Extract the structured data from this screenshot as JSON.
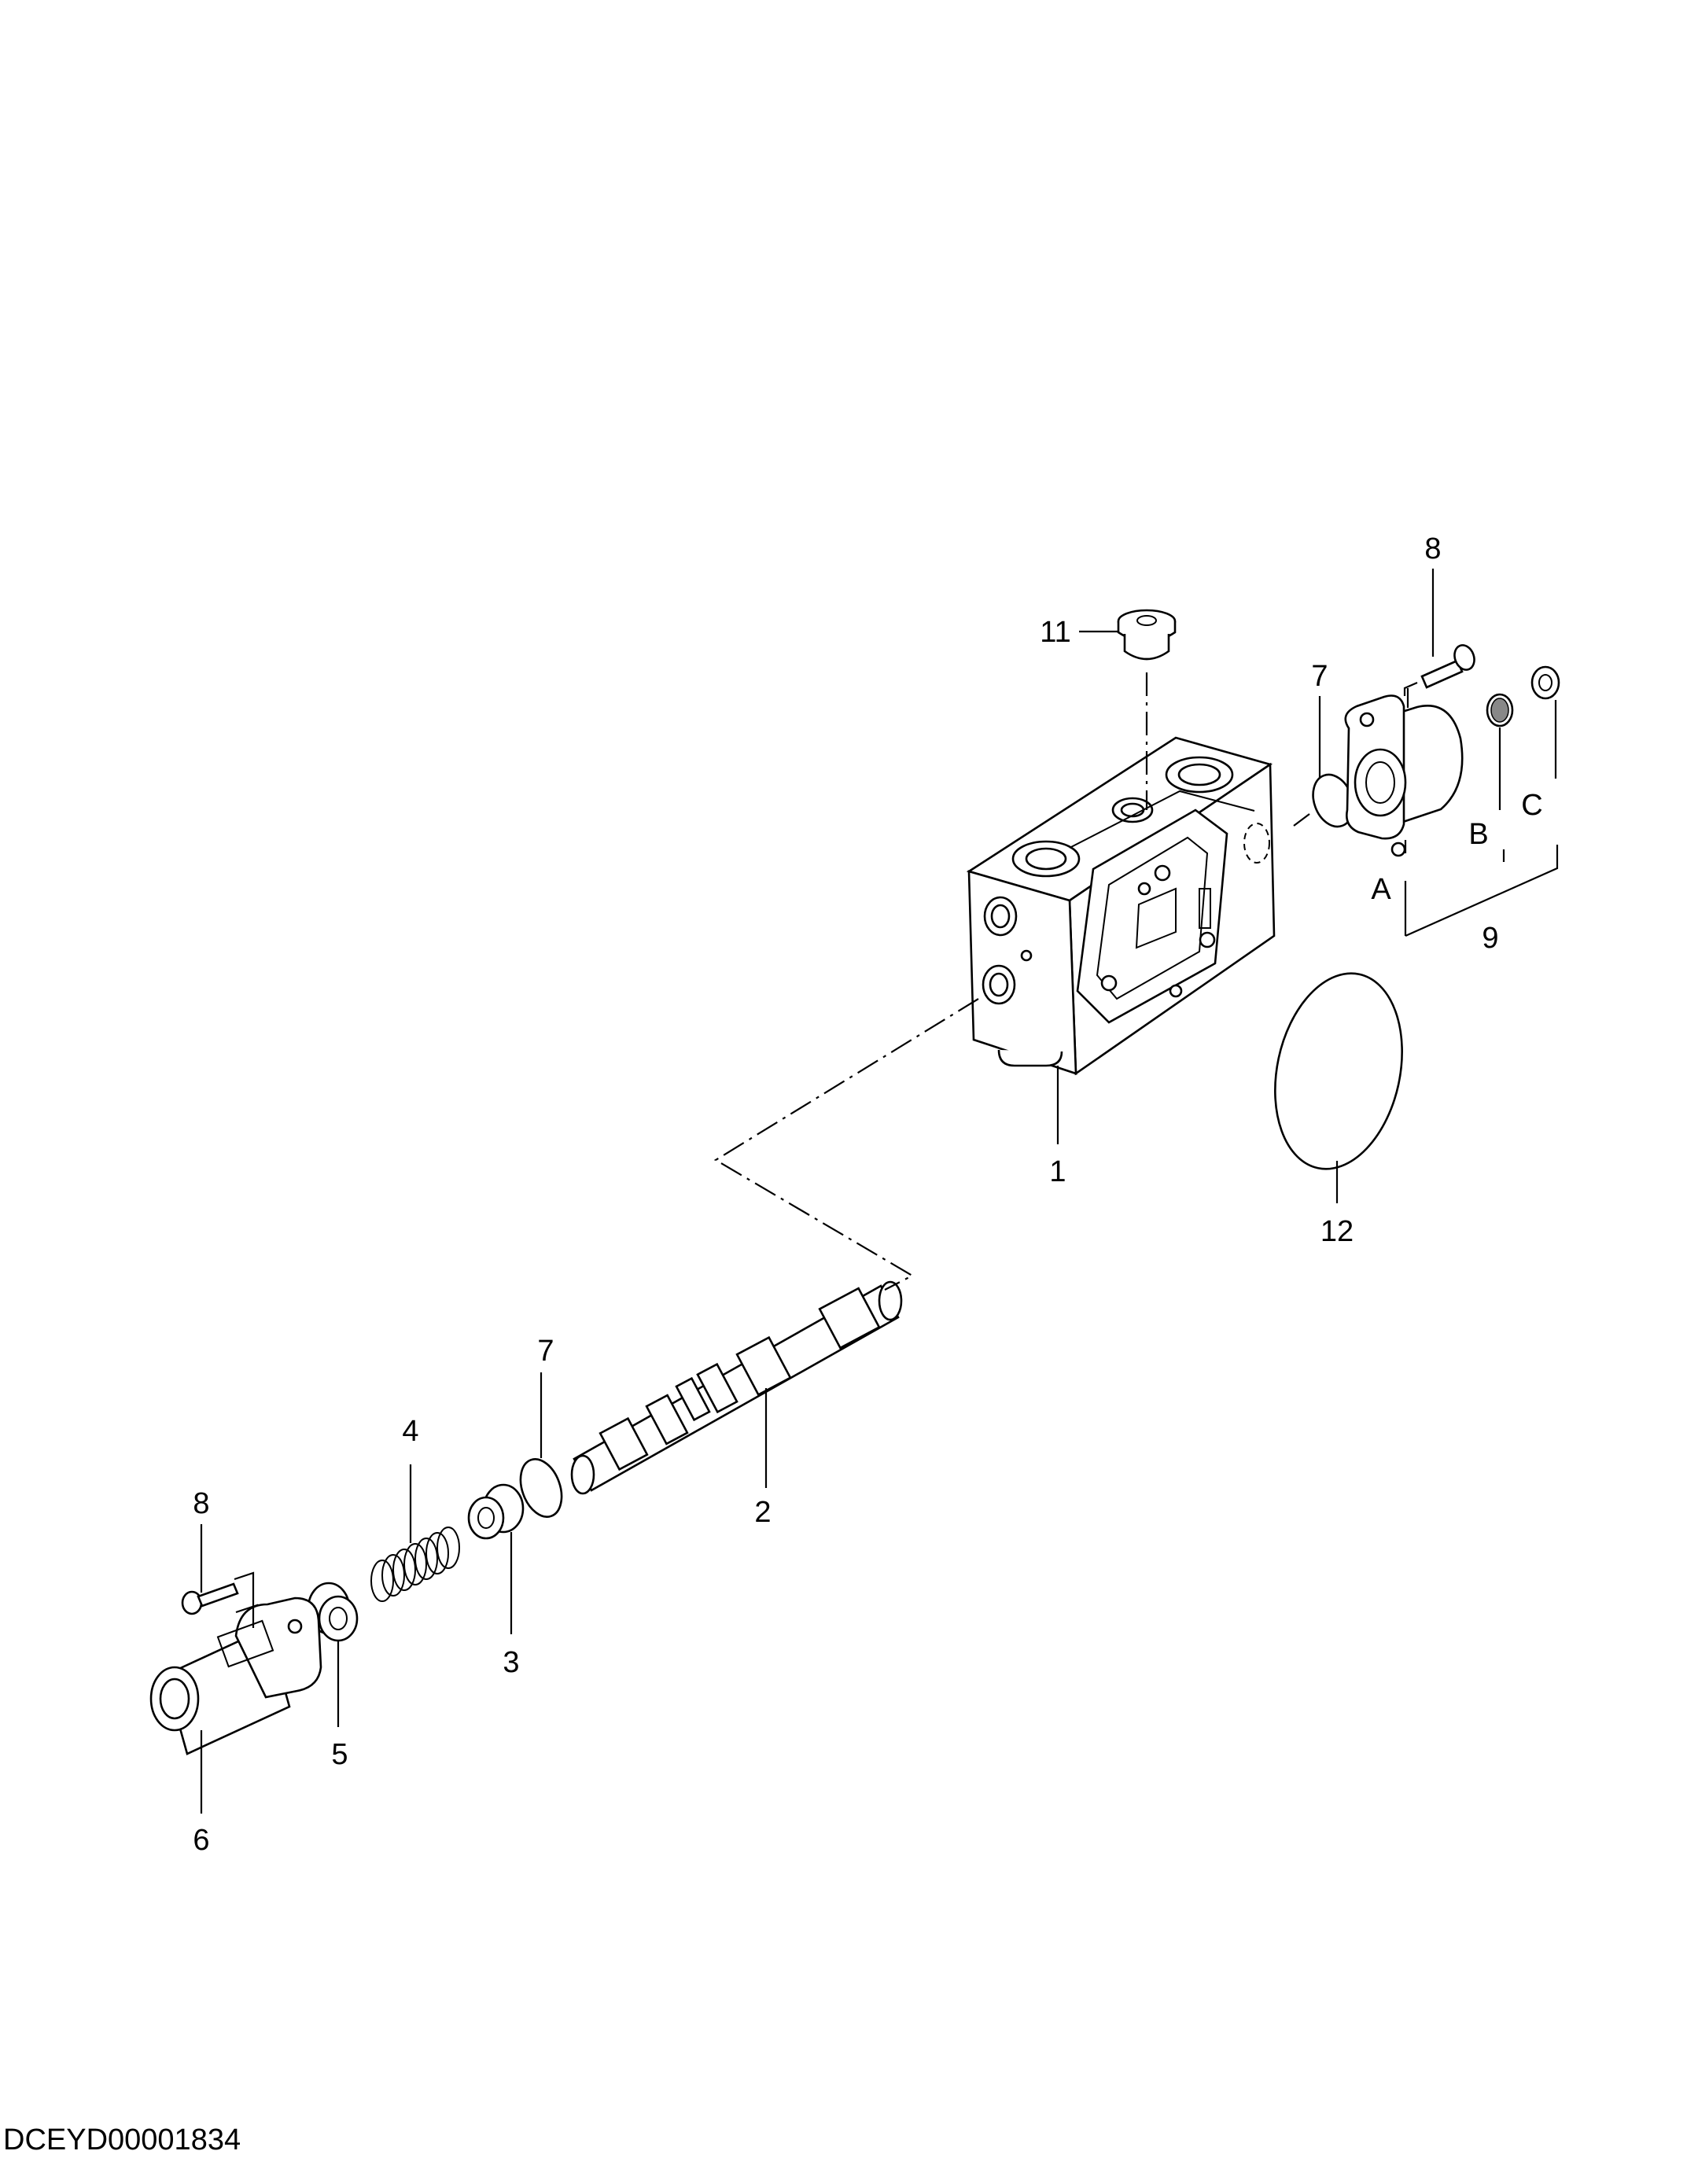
{
  "document_id": "DCEYD00001834",
  "callouts": {
    "c1": "1",
    "c2": "2",
    "c3": "3",
    "c4": "4",
    "c5": "5",
    "c6": "6",
    "c7_top": "7",
    "c7_bottom": "7",
    "c8_top": "8",
    "c8_bottom": "8",
    "c9": "9",
    "c11": "11",
    "c12": "12",
    "cA": "A",
    "cB": "B",
    "cC": "C"
  }
}
